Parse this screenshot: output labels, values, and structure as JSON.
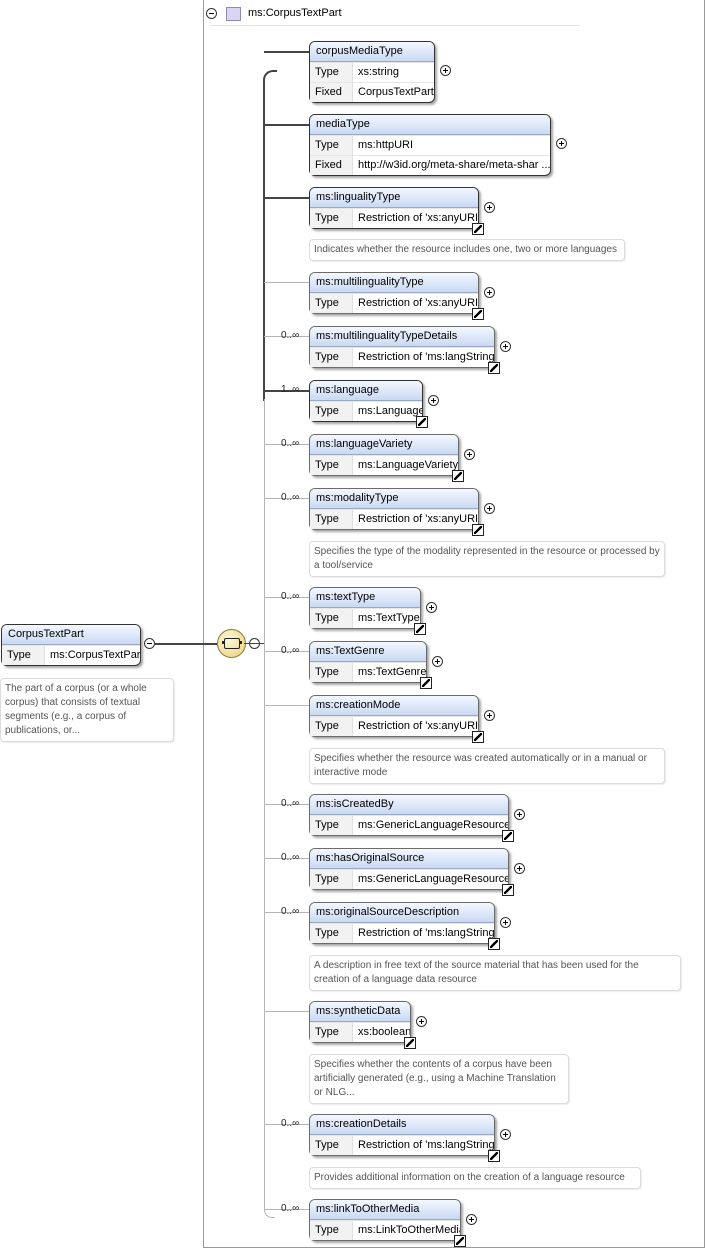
{
  "header": {
    "title": "ms:CorpusTextPart"
  },
  "root": {
    "name": "CorpusTextPart",
    "type_label": "Type",
    "type_value": "ms:CorpusTextPart",
    "doc": "The part of a corpus (or a whole corpus) that consists of textual segments (e.g., a corpus of publications, or..."
  },
  "elements": [
    {
      "name": "corpusMediaType",
      "rows": [
        [
          "Type",
          "xs:string"
        ],
        [
          "Fixed",
          "CorpusTextPart"
        ]
      ],
      "occurs": "",
      "doc": ""
    },
    {
      "name": "mediaType",
      "rows": [
        [
          "Type",
          "ms:httpURI"
        ],
        [
          "Fixed",
          "http://w3id.org/meta-share/meta-shar ..."
        ]
      ],
      "occurs": "",
      "doc": ""
    },
    {
      "name": "ms:lingualityType",
      "rows": [
        [
          "Type",
          "Restriction of 'xs:anyURI'"
        ]
      ],
      "occurs": "",
      "doc": "Indicates whether the resource includes one, two or more languages"
    },
    {
      "name": "ms:multilingualityType",
      "rows": [
        [
          "Type",
          "Restriction of 'xs:anyURI'"
        ]
      ],
      "occurs": "",
      "doc": ""
    },
    {
      "name": "ms:multilingualityTypeDetails",
      "rows": [
        [
          "Type",
          "Restriction of 'ms:langString'"
        ]
      ],
      "occurs": "0..∞",
      "doc": ""
    },
    {
      "name": "ms:language",
      "rows": [
        [
          "Type",
          "ms:Language"
        ]
      ],
      "occurs": "1..∞",
      "doc": ""
    },
    {
      "name": "ms:languageVariety",
      "rows": [
        [
          "Type",
          "ms:LanguageVariety"
        ]
      ],
      "occurs": "0..∞",
      "doc": ""
    },
    {
      "name": "ms:modalityType",
      "rows": [
        [
          "Type",
          "Restriction of 'xs:anyURI'"
        ]
      ],
      "occurs": "0..∞",
      "doc": "Specifies the type of the modality represented in the resource or processed by a tool/service"
    },
    {
      "name": "ms:textType",
      "rows": [
        [
          "Type",
          "ms:TextType"
        ]
      ],
      "occurs": "0..∞",
      "doc": ""
    },
    {
      "name": "ms:TextGenre",
      "rows": [
        [
          "Type",
          "ms:TextGenre"
        ]
      ],
      "occurs": "0..∞",
      "doc": ""
    },
    {
      "name": "ms:creationMode",
      "rows": [
        [
          "Type",
          "Restriction of 'xs:anyURI'"
        ]
      ],
      "occurs": "",
      "doc": "Specifies whether the resource was created automatically or in a manual or interactive mode"
    },
    {
      "name": "ms:isCreatedBy",
      "rows": [
        [
          "Type",
          "ms:GenericLanguageResource"
        ]
      ],
      "occurs": "0..∞",
      "doc": ""
    },
    {
      "name": "ms:hasOriginalSource",
      "rows": [
        [
          "Type",
          "ms:GenericLanguageResource"
        ]
      ],
      "occurs": "0..∞",
      "doc": ""
    },
    {
      "name": "ms:originalSourceDescription",
      "rows": [
        [
          "Type",
          "Restriction of 'ms:langString'"
        ]
      ],
      "occurs": "0..∞",
      "doc": "A description in free text of the source material that has been used for the creation of a language data resource"
    },
    {
      "name": "ms:syntheticData",
      "rows": [
        [
          "Type",
          "xs:boolean"
        ]
      ],
      "occurs": "",
      "doc": "Specifies whether the contents of a corpus have been artificially generated (e.g., using a Machine Translation or NLG..."
    },
    {
      "name": "ms:creationDetails",
      "rows": [
        [
          "Type",
          "Restriction of 'ms:langString'"
        ]
      ],
      "occurs": "0..∞",
      "doc": "Provides additional information on the creation of a language resource"
    },
    {
      "name": "ms:linkToOtherMedia",
      "rows": [
        [
          "Type",
          "ms:LinkToOtherMedia"
        ]
      ],
      "occurs": "0..∞",
      "doc": ""
    }
  ]
}
